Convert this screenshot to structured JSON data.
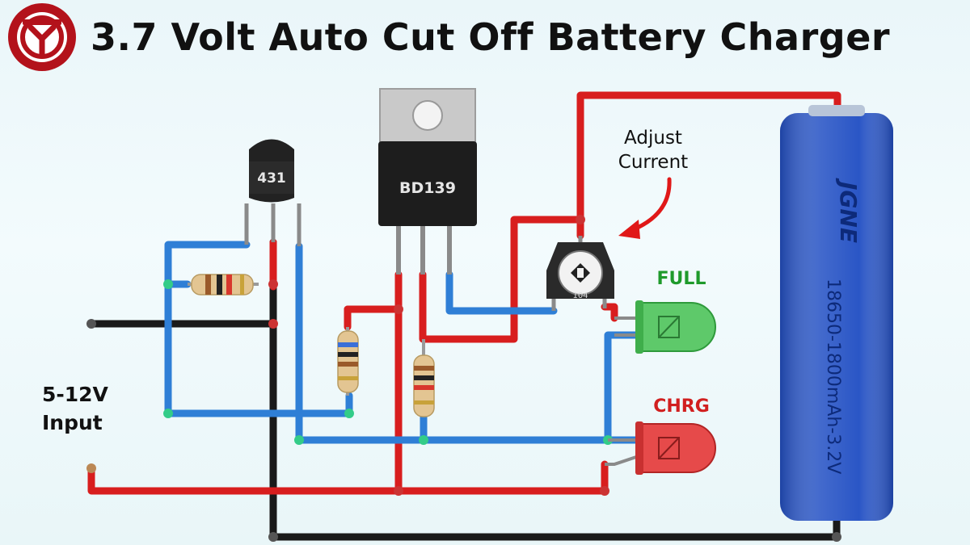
{
  "header": {
    "title": "3.7 Volt Auto Cut Off Battery Charger",
    "logo_icon": "channel-logo-icon"
  },
  "components": {
    "transistor_label": "431",
    "regulator_label": "BD139",
    "trimmer_label": "104",
    "adjust_label_line1": "Adjust",
    "adjust_label_line2": "Current",
    "led_full_label": "FULL",
    "led_chrg_label": "CHRG",
    "input_label_line1": "5-12V",
    "input_label_line2": "Input",
    "battery_brand": "JGNE",
    "battery_spec": "18650-1800mAh-3.2V"
  },
  "colors": {
    "wire_red": "#d81e1e",
    "wire_blue": "#2f7fd6",
    "wire_black": "#1a1a1a",
    "led_full": "#3cb54a",
    "led_chrg": "#e23b3b",
    "battery": "#2a56c6",
    "logo": "#b3121b",
    "label_full": "#1f9a2b",
    "label_chrg": "#d11f1f"
  }
}
